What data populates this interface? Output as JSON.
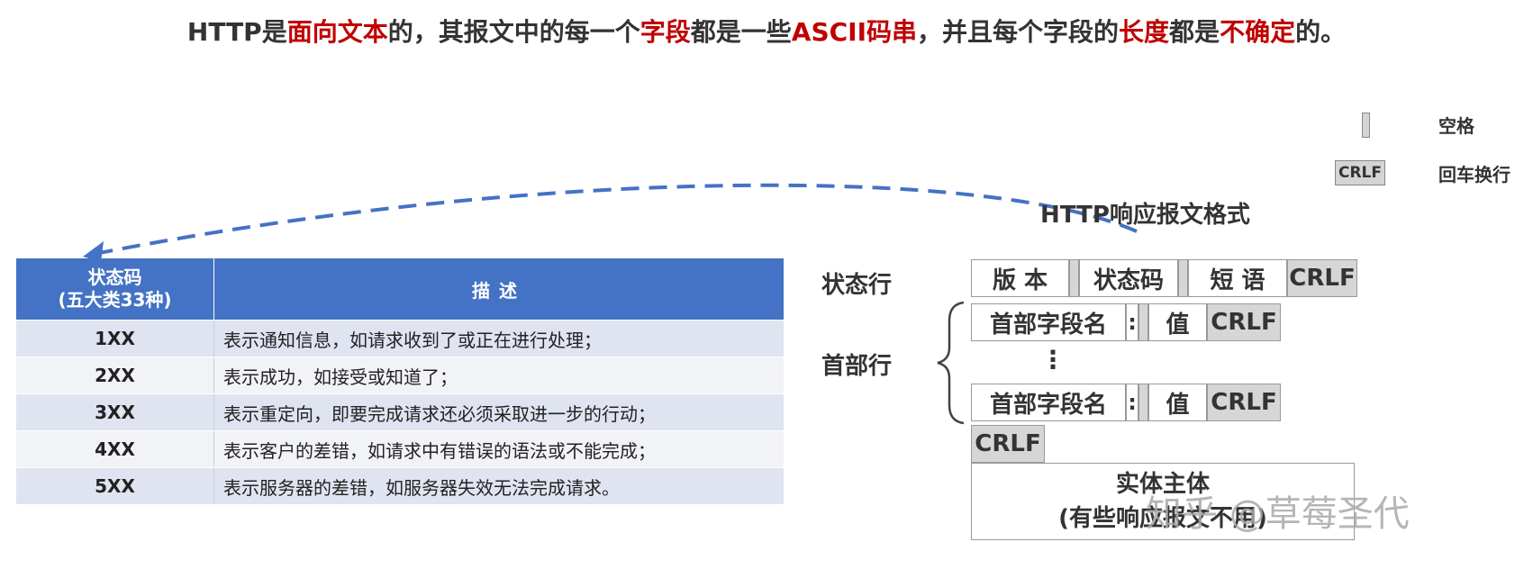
{
  "headline": {
    "p1": "HTTP是",
    "h1": "面向文本",
    "p2": "的，其报文中的每一个",
    "h2": "字段",
    "p3": "都是一些",
    "h3": "ASCII码串",
    "p4": "，并且每个字段的",
    "h4": "长度",
    "p5": "都是",
    "h5": "不确定",
    "p6": "的。"
  },
  "legend": {
    "space_label": "空格",
    "crlf_box": "CRLF",
    "crlf_label": "回车换行"
  },
  "colors": {
    "highlight": "#c00000",
    "table_header": "#4472c4",
    "arrow": "#4472c4"
  },
  "table": {
    "header": {
      "code_line1": "状态码",
      "code_line2": "(五大类33种)",
      "desc": "描述"
    },
    "rows": [
      {
        "code": "1XX",
        "desc": "表示通知信息，如请求收到了或正在进行处理；"
      },
      {
        "code": "2XX",
        "desc": "表示成功，如接受或知道了；"
      },
      {
        "code": "3XX",
        "desc": "表示重定向，即要完成请求还必须采取进一步的行动；"
      },
      {
        "code": "4XX",
        "desc": "表示客户的差错，如请求中有错误的语法或不能完成；"
      },
      {
        "code": "5XX",
        "desc": "表示服务器的差错，如服务器失效无法完成请求。"
      }
    ]
  },
  "format": {
    "title": "HTTP响应报文格式",
    "status_line_label": "状态行",
    "header_line_label": "首部行",
    "version": "版 本",
    "status_code": "状态码",
    "phrase": "短 语",
    "crlf": "CRLF",
    "field_name": "首部字段名",
    "colon": ":",
    "value": "值",
    "ellipsis": "⋮",
    "body_line1": "实体主体",
    "body_line2": "(有些响应报文不用)"
  },
  "watermark": "知乎 @草莓圣代"
}
